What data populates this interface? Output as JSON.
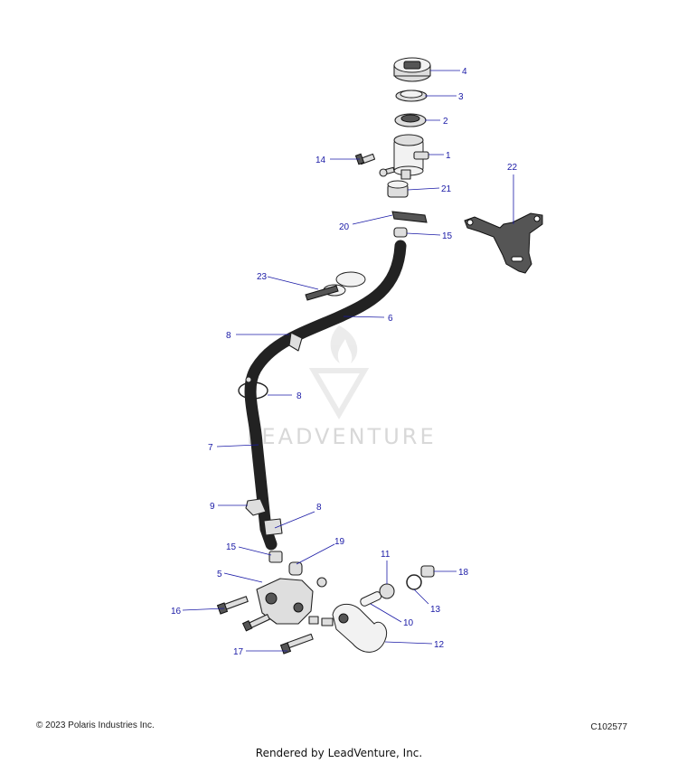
{
  "watermark": "LEADVENTURE",
  "copyright": "© 2023 Polaris Industries Inc.",
  "diagram_code": "C102577",
  "rendered_by": "Rendered by LeadVenture, Inc.",
  "callouts": {
    "c1": "1",
    "c2": "2",
    "c3": "3",
    "c4": "4",
    "c5": "5",
    "c6": "6",
    "c7": "7",
    "c8a": "8",
    "c8b": "8",
    "c8c": "8",
    "c9": "9",
    "c10": "10",
    "c11": "11",
    "c12": "12",
    "c13": "13",
    "c14": "14",
    "c15a": "15",
    "c15b": "15",
    "c16": "16",
    "c17": "17",
    "c18": "18",
    "c19": "19",
    "c20": "20",
    "c21": "21",
    "c22": "22",
    "c23": "23"
  },
  "colors": {
    "callout": "#1a1aa6",
    "watermark": "#d8d8d8"
  }
}
